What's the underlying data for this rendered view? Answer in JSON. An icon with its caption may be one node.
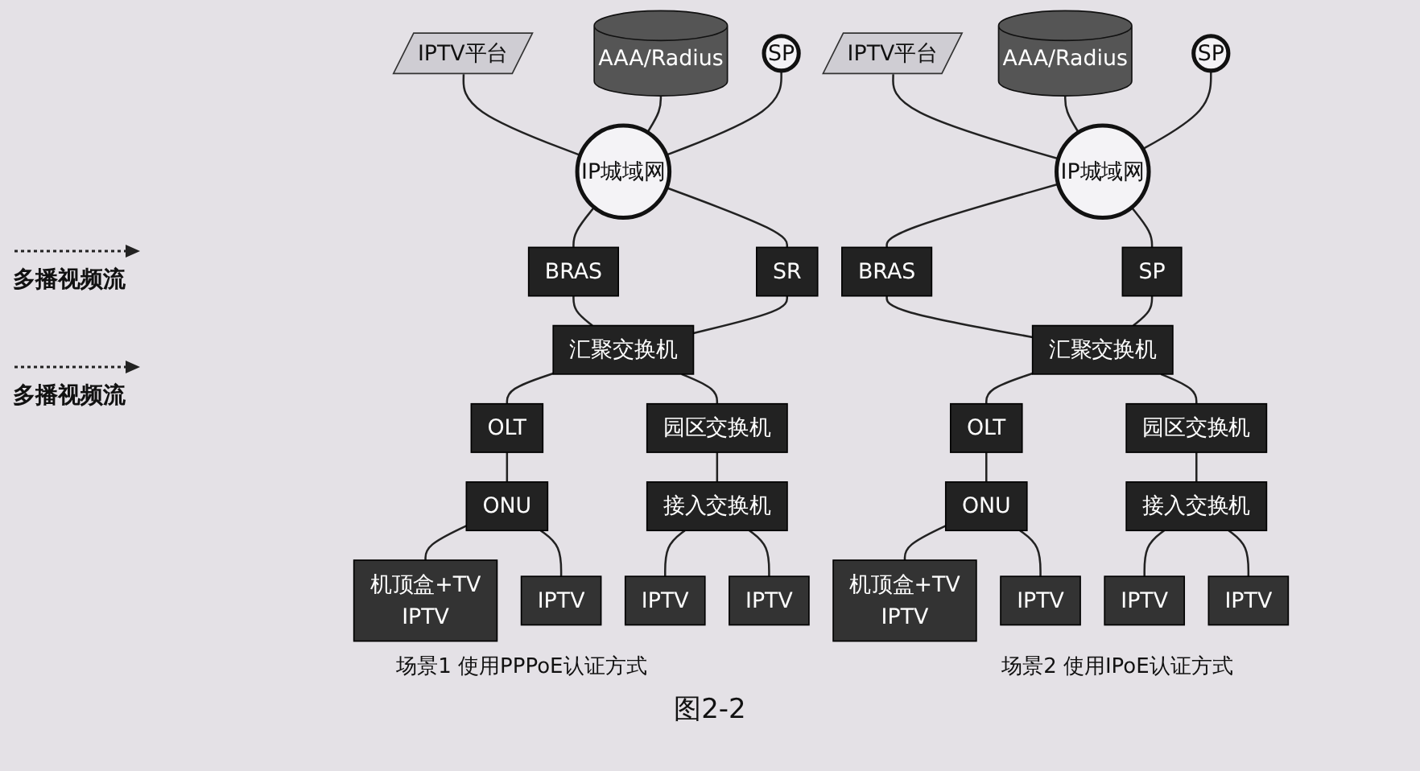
{
  "diagram": {
    "caption": "图2-2",
    "nodes": [
      {
        "text": [
          "IPTV平台"
        ]
      },
      {
        "text": [
          "AAA/Radius"
        ]
      },
      {
        "text": [
          "SP"
        ]
      },
      {
        "text": [
          "IP城域网"
        ]
      },
      {
        "text": [
          "BRAS"
        ]
      },
      {
        "text": [
          "SR"
        ]
      },
      {
        "text": [
          "汇聚交换机"
        ]
      },
      {
        "text": [
          "OLT"
        ]
      },
      {
        "text": [
          "ONU"
        ]
      },
      {
        "text": [
          "园区交换机"
        ]
      },
      {
        "text": [
          "接入交换机"
        ]
      },
      {
        "text": [
          "机顶盒+TV",
          "IPTV"
        ]
      },
      {
        "text": [
          "IPTV"
        ]
      },
      {
        "text": [
          "IPTV"
        ]
      },
      {
        "text": [
          "IPTV"
        ]
      },
      {
        "text": [
          "IPTV平台"
        ]
      },
      {
        "text": [
          "AAA/Radius"
        ]
      },
      {
        "text": [
          "SP"
        ]
      },
      {
        "text": [
          "IP城域网"
        ]
      },
      {
        "text": [
          "BRAS"
        ]
      },
      {
        "text": [
          "SP"
        ]
      },
      {
        "text": [
          "汇聚交换机"
        ]
      },
      {
        "text": [
          "OLT"
        ]
      },
      {
        "text": [
          "ONU"
        ]
      },
      {
        "text": [
          "园区交换机"
        ]
      },
      {
        "text": [
          "接入交换机"
        ]
      },
      {
        "text": [
          "机顶盒+TV",
          "IPTV"
        ]
      },
      {
        "text": [
          "IPTV"
        ]
      },
      {
        "text": [
          "IPTV"
        ]
      },
      {
        "text": [
          "IPTV"
        ]
      }
    ],
    "edges": [
      {
        "from": 0,
        "to": 3,
        "arrow": "none"
      },
      {
        "from": 1,
        "to": 3,
        "arrow": "none"
      },
      {
        "from": 2,
        "to": 3,
        "arrow": "none"
      },
      {
        "from": 3,
        "to": 4,
        "arrow": "none"
      },
      {
        "from": 3,
        "to": 5,
        "arrow": "none"
      },
      {
        "from": 4,
        "to": 6,
        "arrow": "none"
      },
      {
        "from": 5,
        "to": 6,
        "arrow": "none"
      },
      {
        "from": 6,
        "to": 7,
        "arrow": "none"
      },
      {
        "from": 6,
        "to": 9,
        "arrow": "none"
      },
      {
        "from": 7,
        "to": 8,
        "arrow": "none"
      },
      {
        "from": 9,
        "to": 10,
        "arrow": "none"
      },
      {
        "from": 8,
        "to": 11,
        "arrow": "none"
      },
      {
        "from": 8,
        "to": 12,
        "arrow": "none"
      },
      {
        "from": 10,
        "to": 13,
        "arrow": "none"
      },
      {
        "from": 10,
        "to": 14,
        "arrow": "none"
      },
      {
        "from": 15,
        "to": 18,
        "arrow": "none"
      },
      {
        "from": 16,
        "to": 18,
        "arrow": "none"
      },
      {
        "from": 17,
        "to": 18,
        "arrow": "none"
      },
      {
        "from": 18,
        "to": 19,
        "arrow": "none"
      },
      {
        "from": 18,
        "to": 20,
        "arrow": "none"
      },
      {
        "from": 19,
        "to": 21,
        "arrow": "none"
      },
      {
        "from": 20,
        "to": 21,
        "arrow": "none"
      },
      {
        "from": 21,
        "to": 22,
        "arrow": "none"
      },
      {
        "from": 21,
        "to": 24,
        "arrow": "none"
      },
      {
        "from": 22,
        "to": 23,
        "arrow": "none"
      },
      {
        "from": 24,
        "to": 25,
        "arrow": "none"
      },
      {
        "from": 23,
        "to": 26,
        "arrow": "none"
      },
      {
        "from": 23,
        "to": 27,
        "arrow": "none"
      },
      {
        "from": 25,
        "to": 28,
        "arrow": "none"
      },
      {
        "from": 25,
        "to": 29,
        "arrow": "none"
      }
    ],
    "labels": [
      "场景1 使用PPPoE认证方式",
      "场景2 使用IPoE认证方式"
    ],
    "legend": [
      {
        "text": "多播视频流"
      },
      {
        "text": "多播视频流"
      }
    ]
  }
}
